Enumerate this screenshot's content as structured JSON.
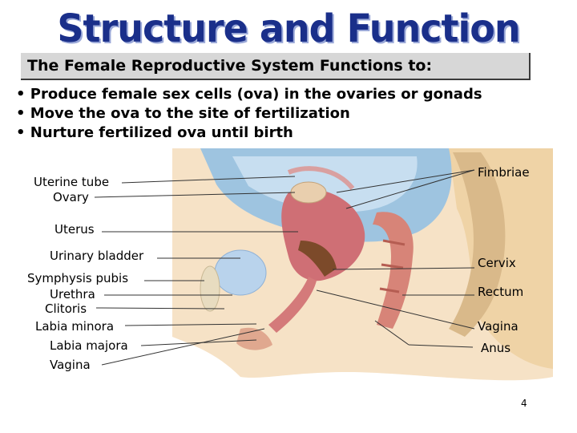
{
  "slide": {
    "title": "Structure and Function",
    "subtitle": "The Female Reproductive System Functions to:",
    "bullets": [
      "• Produce female sex cells (ova) in the ovaries or gonads",
      "• Move the ova to the site of fertilization",
      "• Nurture fertilized ova until birth"
    ],
    "labels_left": [
      "Uterine tube",
      "Ovary",
      "Uterus",
      "Urinary bladder",
      "Symphysis pubis",
      "Urethra",
      "Clitoris",
      "Labia minora",
      "Labia majora",
      "Vagina"
    ],
    "labels_right": [
      "Fimbriae",
      "Cervix",
      "Rectum",
      "Vagina",
      "Anus"
    ],
    "page_number": "4"
  }
}
